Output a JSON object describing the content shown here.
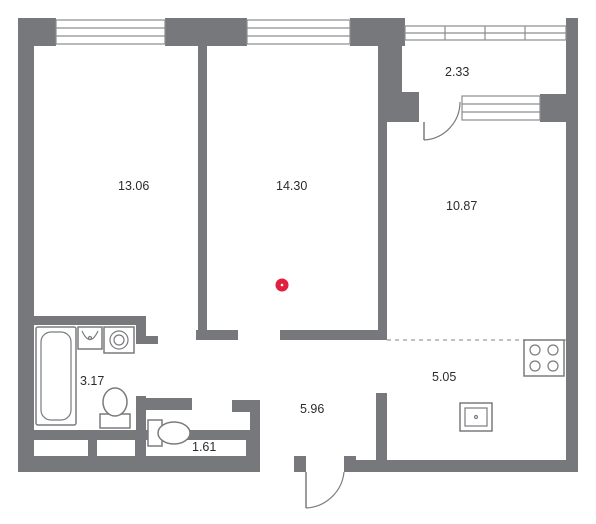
{
  "colors": {
    "wall": "#77787c",
    "accent_marker": "#e0203c"
  },
  "rooms": [
    {
      "id": "bedroom-left",
      "area": "13.06"
    },
    {
      "id": "bedroom-center",
      "area": "14.30"
    },
    {
      "id": "balcony",
      "area": "2.33"
    },
    {
      "id": "living-room",
      "area": "10.87"
    },
    {
      "id": "bathroom",
      "area": "3.17"
    },
    {
      "id": "toilet",
      "area": "1.61"
    },
    {
      "id": "hallway",
      "area": "5.96"
    },
    {
      "id": "kitchen",
      "area": "5.05"
    }
  ],
  "icons": [
    "bathtub-icon",
    "washbasin-icon",
    "washing-machine-icon",
    "toilet-icon",
    "stove-icon",
    "kitchen-sink-icon",
    "location-marker-icon"
  ]
}
